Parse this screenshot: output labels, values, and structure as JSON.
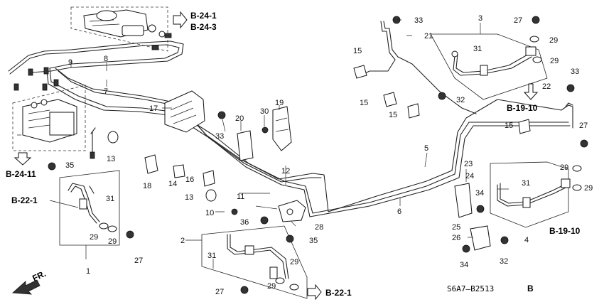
{
  "diagram": {
    "diagram_code": "S6A7–B2513",
    "diagram_code_suffix": "B",
    "front_arrow_label": "FR.",
    "refs": {
      "b24_1": "B-24-1",
      "b24_3": "B-24-3",
      "b24_11": "B-24-11",
      "b22_1_left": "B-22-1",
      "b22_1_bottom": "B-22-1",
      "b19_10_top": "B-19-10",
      "b19_10_bottom": "B-19-10"
    },
    "callouts": {
      "c1": "1",
      "c2": "2",
      "c3": "3",
      "c4": "4",
      "c5": "5",
      "c6": "6",
      "c7": "7",
      "c8": "8",
      "c9": "9",
      "c10": "10",
      "c11": "11",
      "c12": "12",
      "c13a": "13",
      "c13b": "13",
      "c14": "14",
      "c15a": "15",
      "c15b": "15",
      "c15c": "15",
      "c15d": "15",
      "c16": "16",
      "c17": "17",
      "c18": "18",
      "c19": "19",
      "c20": "20",
      "c21": "21",
      "c22": "22",
      "c23": "23",
      "c24": "24",
      "c25": "25",
      "c26": "26",
      "c27a": "27",
      "c27b": "27",
      "c27c": "27",
      "c27d": "27",
      "c28": "28",
      "c29a": "29",
      "c29b": "29",
      "c29c": "29",
      "c29d": "29",
      "c29e": "29",
      "c29f": "29",
      "c29g": "29",
      "c29h": "29",
      "c30": "30",
      "c31a": "31",
      "c31b": "31",
      "c31c": "31",
      "c31d": "31",
      "c32a": "32",
      "c32b": "32",
      "c33a": "33",
      "c33b": "33",
      "c33c": "33",
      "c34a": "34",
      "c34b": "34",
      "c35a": "35",
      "c35b": "35",
      "c36": "36"
    }
  }
}
